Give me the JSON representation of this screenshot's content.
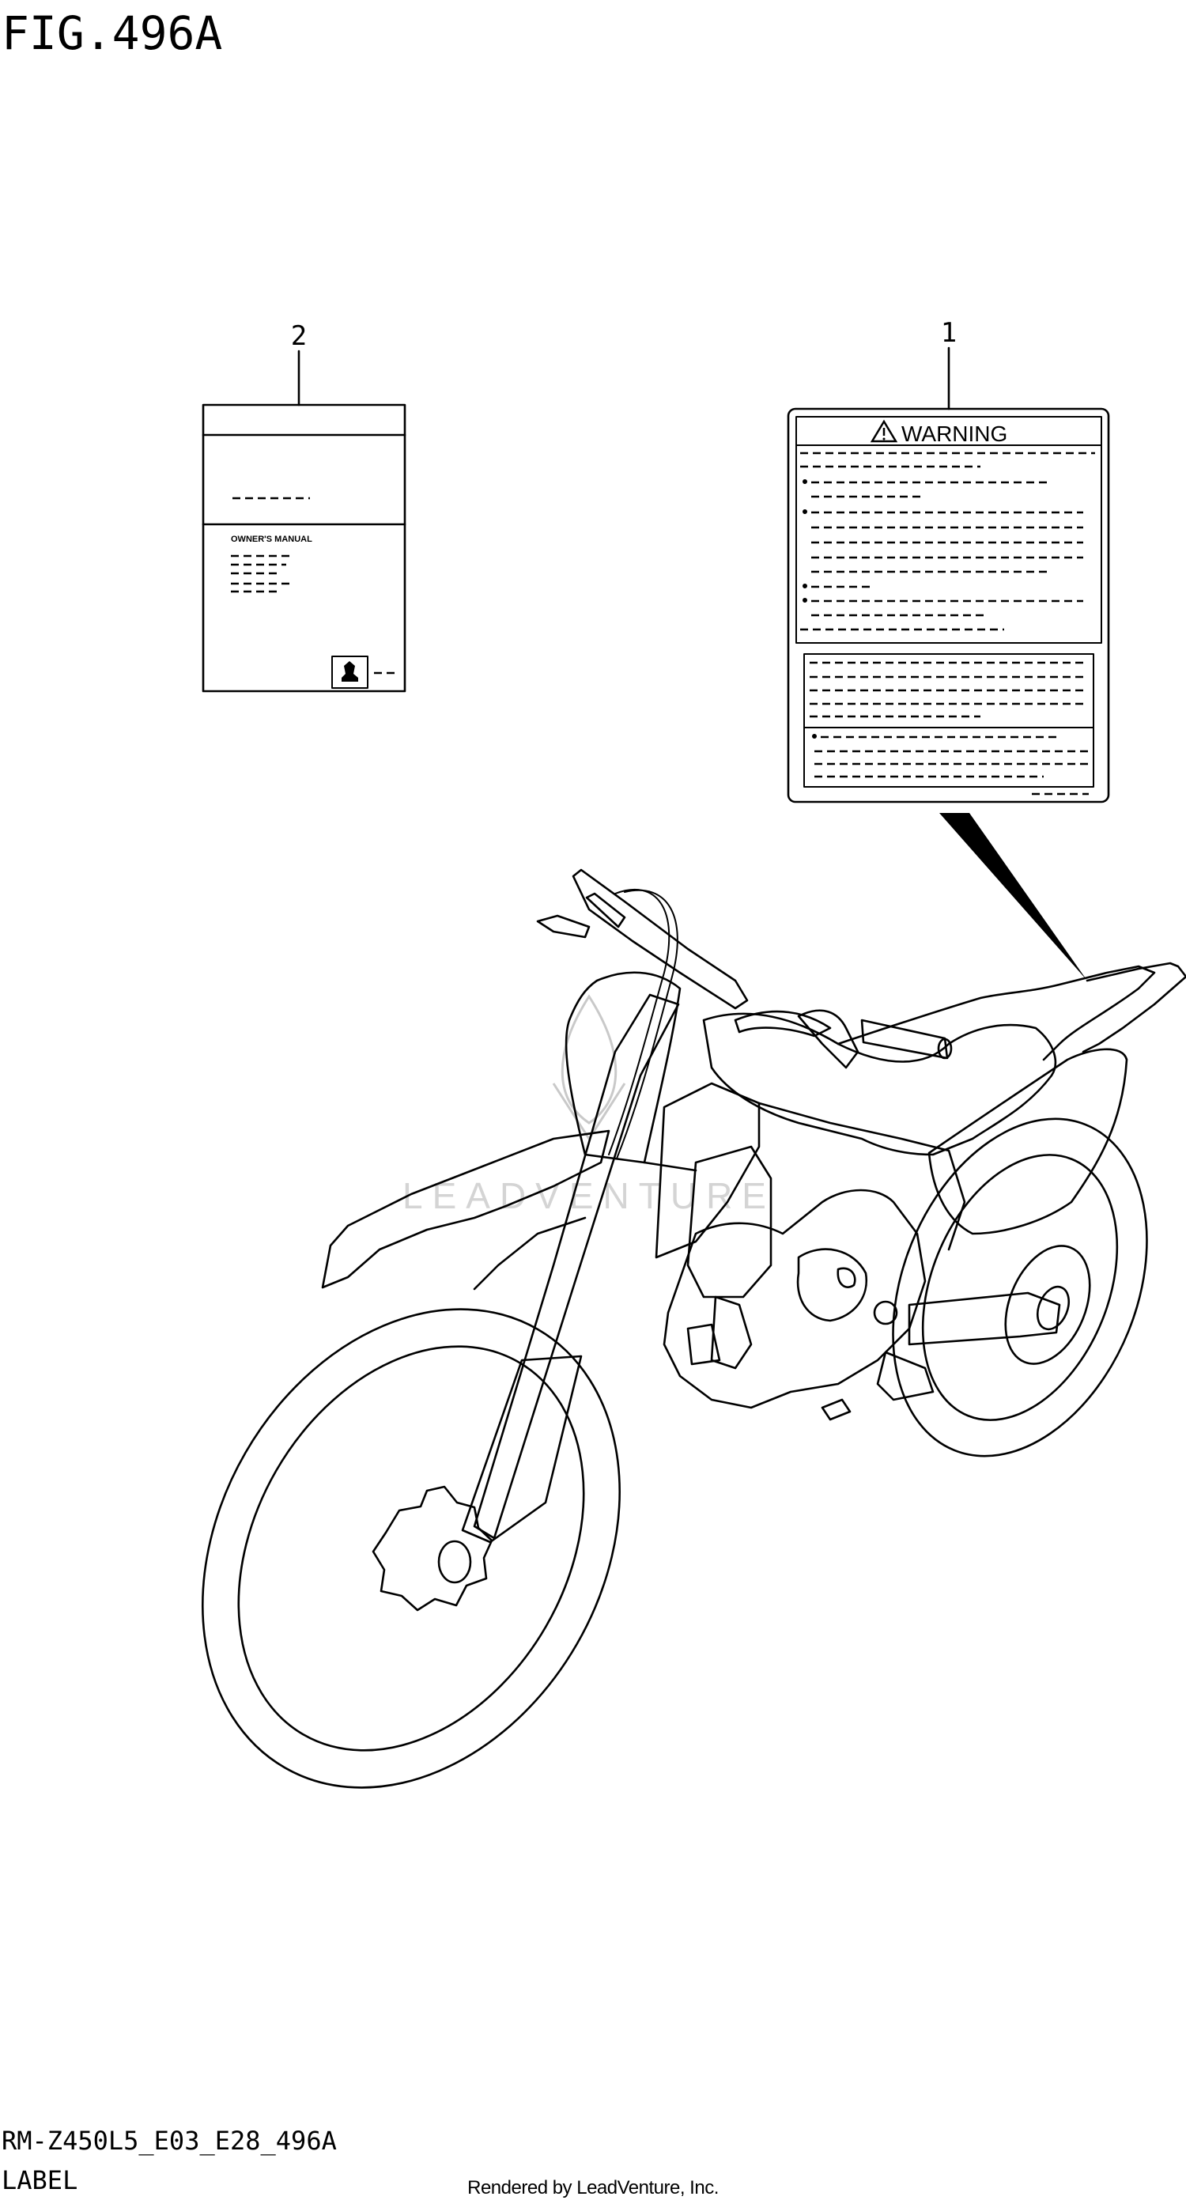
{
  "figure": {
    "title": "FIG.496A",
    "code": "RM-Z450L5_E03_E28_496A",
    "section": "LABEL",
    "rendered_by": "Rendered by LeadVenture, Inc.",
    "watermark": "LEADVENTURE"
  },
  "callouts": [
    {
      "number": "2",
      "item": "owners-manual"
    },
    {
      "number": "1",
      "item": "warning-label"
    }
  ],
  "manual": {
    "cover_text": "OWNER'S MANUAL"
  },
  "warning_label": {
    "heading": "WARNING",
    "icon": "warning-triangle-icon"
  }
}
